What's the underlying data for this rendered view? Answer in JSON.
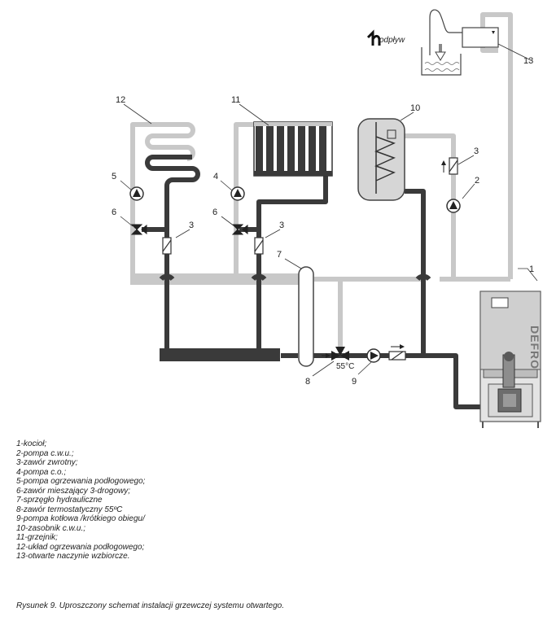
{
  "diagram": {
    "callouts": [
      "1",
      "2",
      "3",
      "3",
      "3",
      "4",
      "5",
      "6",
      "6",
      "7",
      "8",
      "9",
      "10",
      "11",
      "12",
      "13"
    ],
    "temperature_label": "55°C",
    "drain_label": "odpływ",
    "boiler_brand": "DEFRO"
  },
  "legend": [
    "1-kocioł;",
    "2-pompa c.w.u.;",
    "3-zawór zwrotny;",
    "4-pompa c.o.;",
    "5-pompa ogrzewania podłogowego;",
    "6-zawór mieszający 3-drogowy;",
    "7-sprzęgło hydrauliczne",
    "8-zawór termostatyczny 55ºC",
    "9-pompa kotłowa /krótkiego obiegu/",
    "10-zasobnik c.w.u.;",
    "11-grzejnik;",
    "12-układ ogrzewania podłogowego;",
    "13-otwarte naczynie wzbiorcze."
  ],
  "caption": "Rysunek 9. Uproszczony schemat instalacji grzewczej systemu otwartego.",
  "colors": {
    "supply": "#3a3a3a",
    "return": "#c8c8c8",
    "line": "#444444"
  }
}
